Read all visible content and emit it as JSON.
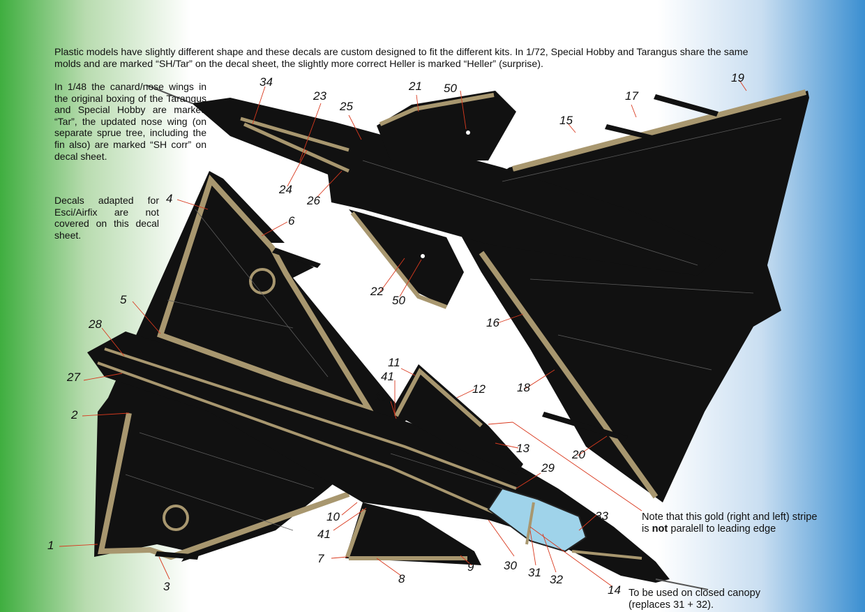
{
  "intro": {
    "line1": "Plastic models have slightly different shape and these decals are custom designed to fit the different kits.  In 1/72, Special Hobby and Tarangus share the same",
    "line2": "molds and are marked “SH/Tar” on the decal sheet, the slightly more correct Heller is marked “Heller” (surprise)."
  },
  "side_note_1": "In 1/48 the canard/nose wings in the original boxing of the Tarangus and Special Hobby are marked “Tar”, the updated nose wing (on separate sprue tree, including the fin also) are marked “SH corr” on decal sheet.",
  "side_note_2": "Decals adapted for Esci/Airfix are not covered on this decal sheet.",
  "stripe_note": {
    "line1": "Note that this gold (right and left) stripe",
    "line2_pre": "is ",
    "line2_bold": "not",
    "line2_post": " paralell to leading  edge"
  },
  "canopy_note": {
    "line1": "To be used on closed canopy",
    "line2": "(replaces 31 + 32)."
  },
  "callouts": [
    "1",
    "2",
    "3",
    "4",
    "5",
    "6",
    "7",
    "8",
    "9",
    "10",
    "11",
    "12",
    "13",
    "14",
    "15",
    "16",
    "17",
    "18",
    "19",
    "20",
    "21",
    "22",
    "23",
    "24",
    "25",
    "26",
    "27",
    "28",
    "29",
    "30",
    "31",
    "32",
    "33",
    "34",
    "41",
    "41",
    "50",
    "50",
    "10"
  ],
  "colors": {
    "aircraft_black": "#111111",
    "gold_stripe": "#a8976f",
    "canopy_blue": "#9fd3ea",
    "panel_line": "#5b5b5b",
    "leader_line": "#d9391e"
  }
}
